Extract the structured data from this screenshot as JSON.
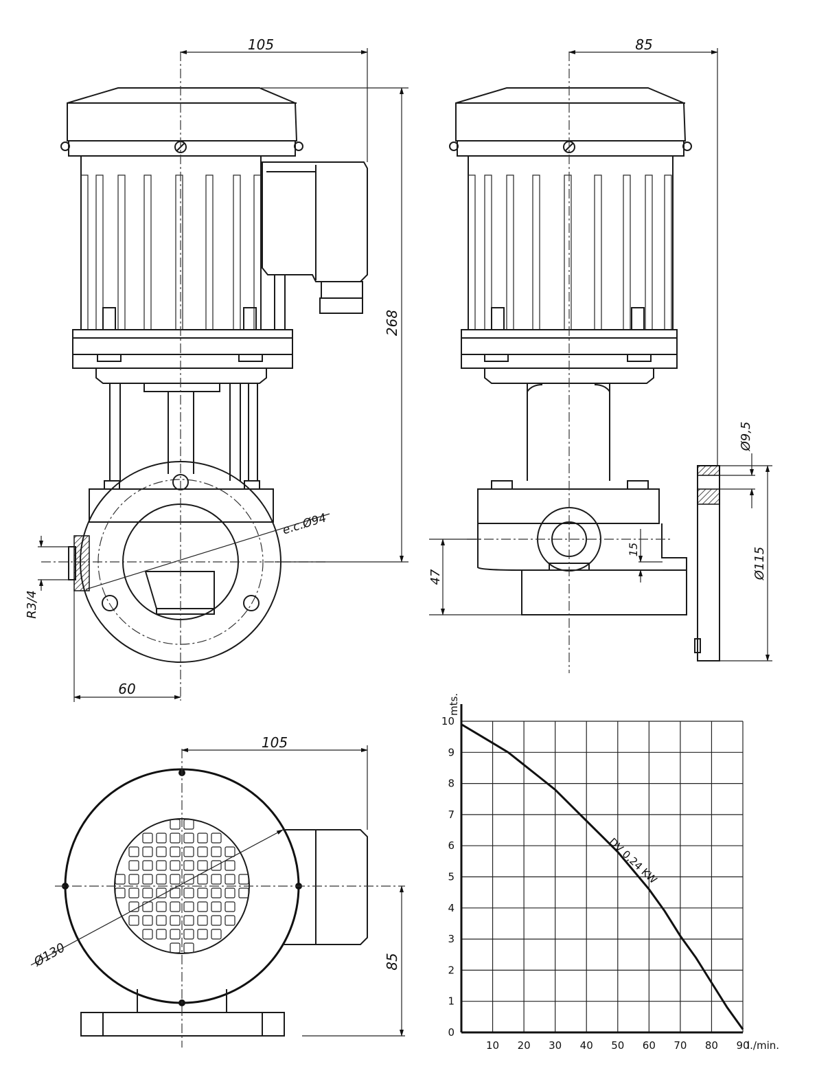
{
  "dimensions": {
    "front_width": "105",
    "side_width": "85",
    "height_total": "268",
    "bolt_circle": "e.c.Ø94",
    "thread": "R3/4",
    "offset_60": "60",
    "hole_dia": "Ø9,5",
    "flange_dia": "Ø115",
    "inlet_15": "15",
    "height_47": "47",
    "top_width": "105",
    "top_dia": "Ø130",
    "top_height": "85"
  },
  "chart_data": {
    "type": "line",
    "ylabel": "mts.",
    "xlabel": "l./min.",
    "x_ticks": [
      "10",
      "20",
      "30",
      "40",
      "50",
      "60",
      "70",
      "80",
      "90"
    ],
    "y_ticks": [
      "0",
      "1",
      "2",
      "3",
      "4",
      "5",
      "6",
      "7",
      "8",
      "9",
      "10"
    ],
    "xlim": [
      0,
      90
    ],
    "ylim": [
      0,
      10
    ],
    "grid": true,
    "series": [
      {
        "name": "DV 0,24 KW",
        "x": [
          0,
          5,
          10,
          15,
          20,
          25,
          30,
          35,
          40,
          45,
          50,
          55,
          60,
          65,
          70,
          75,
          80,
          85,
          90
        ],
        "y": [
          9.9,
          9.6,
          9.3,
          9.0,
          8.6,
          8.2,
          7.8,
          7.3,
          6.8,
          6.3,
          5.8,
          5.2,
          4.6,
          3.9,
          3.1,
          2.4,
          1.6,
          0.8,
          0.1
        ]
      }
    ]
  }
}
